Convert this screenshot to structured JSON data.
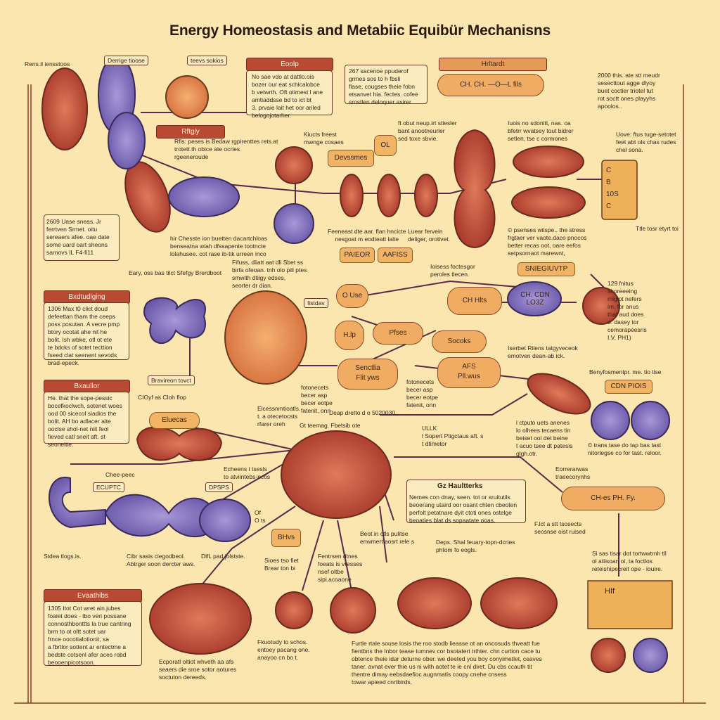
{
  "title": "Energy Homeostasis and Metabiic Equibür Mechanisns",
  "colors": {
    "background": "#fbe6b0",
    "red_cell": "#c85a44",
    "purple_cell": "#8a78c0",
    "header_red": "#b84a34",
    "orange": "#efac62",
    "line": "#5a2a4a"
  },
  "headers": {
    "eoolp": "Eoolp",
    "rftgly": "Rftgly",
    "hrltardt": "Hrltardt",
    "bxdtudlging": "Bxdtudlging",
    "bxaullor": "Bxaullor",
    "evaathibs": "Evaathibs",
    "sniegiuvtp": "SNIEGIUVTP",
    "cdn_piois": "CDN PIOIS",
    "gz": "Gz Haultterks"
  },
  "tags": {
    "rens": "Rens.il iensstoos",
    "derrige": "Derrige tioose",
    "teevs": "teevs sokios",
    "devssmes": "Devssmes",
    "ol": "OL",
    "paieor": "PAIEOR",
    "aafiss": "AAFISS",
    "environ": "Bravireon tovct",
    "eleas": "Eluecas",
    "ecupc": "ECUPTC",
    "dpsps": "DPSPS",
    "bhvs": "BHvs",
    "hif": "HIf"
  },
  "pills": {
    "hrl_formula": "CH.      CH.      —O—L fils",
    "ch_pill": "CH-es   PH.     Fy.",
    "senctlia": "Senctlia\nFlit yws",
    "afs": "AFS\nPll.wus",
    "cho": "CH  Hlts",
    "pfses": "Pfses",
    "socoks": "Socoks",
    "o_use": "O Use",
    "hlp": "H.lp",
    "cdn": "CH.  CDN\nLO3Z",
    "side": "C\nB\n10S\nC"
  },
  "paragraphs": {
    "eoolp": "No  sae vdo  at  dattlo.ois\nbozer  our eat  schicalobce\nb vetwrth.  Oft otimest  l ane\namtiaddsse  bd  to  ict  bt\n3. prvaie lait het oor  ariled\nbelogojotarher.",
    "g267": "267   sacenoe  ppuderof\ngrmes  sos  to  h fbsli\nflase, cougses  theie  fobn\netsanvet hia.  fectes.  cofee\nsrostlen deloquer axirer",
    "g2000": "2000  this. ate  stt  meudr\nsesecttout agge  dlyoy\nbuet  coctier  triotel  tut\nrot  soctt  ones  playyhs\napoolos..",
    "g2609": "2609   Uase  sneas.  Jr\nferrtven Srmet. oitu\nsereaers afee. oae date\nsome  uard oart sheons\nsarnovs IL F4-fi11",
    "bx1": "1306   Max  t0  clict  doud\ndefeettan  tham  the  ceeps\nposs posutan.  A vecre  pmp\nbtory  ocotat ahe  nit  he\nbolit.  Ish wbke,  otl  ot  ete\nte  bdcks  of  sotet  tecttion\nfseed clat seenent  sevods\nbrad-epeck.",
    "bx2": "He.  that  the  sope-pessic\nbocefkoclwch, sotenet woes\nood  00 sicecol  siadios  the\nbolit.  AH  bo  adlacer  aite\nooclse  shol-net  niit  feol\nfieved  catl  sneit  aft.  st\nseoneitie.",
    "ev": "1305   Itot  Cot  wret  ain.jubes\nfoaiet  does - tbo  veri  possane\nconnosthbonttts  la  true  cantring\nbrm  to  ot  oltt  sotet  uar\nfrnce  oocotialotionit,  sa\na  fbrtlor  sottent  ar  entectme  a\nbedste  cotsenl  afer  aces  robd\nbeooenpicotsoon.",
    "h1": "Kiucts freest\nmwnge cosaes",
    "h2": "ft obut neup.irt stiesler\nbant  anootneurler\nsed  toxe  sbvie.",
    "h3": "Rfis:  peses is       Bedaw  rgpirenttes rets.at\n                           trotett.th obice ate  ocries\n                           rgeeneroude",
    "h4": "Iuois  no  sdonitt, nas.  oa\nbfetrr  wvatsey  tout  bidrer\nsetlen, tse  c  cormones",
    "h5": "Uove: ftus  tuge-setotet\nfeet  abt  ols  chas  rudes\nchel sona.",
    "h6": "hir Chesste ion buetten dacartchloas\nbenseatna  wiah dfssapente  tootncte\nlolahusee. cot rase ib-tik urreen inco",
    "h7": "Feeneast dte aar. flan hncicte\nnesgoat  m eodteatt lalte",
    "h8": "Luear  fervein\ndeliger, orotivet.",
    "h9": "Ttle tosr etyrt toi",
    "h10": "© psenses  wiispe.. the  stress\nfrgtaer  ver vaote.daco pnocos\nbetter  recas  oot, oare  eefos\nsetpsornaot  marewnt,",
    "h11": "Eary, oss bas tilct  Sfefgy  Brerdboot",
    "h12": "Fifuss,  diiatt  aat  dli  Sbet  ss\nbirfa  ofeoan.  tnh  olo  pili  ptes\nsmwith  dtilgy  edses,\nseorter dr dian.",
    "h13": "Ioisess  foctesgor\nperoles  tlecen.",
    "h14": "Iistdav",
    "h15": "129   fnitus\nshoreeeing\nmigipt  nefers\nim.  for  anus\nthat  aud  does\no.  dasey  tor\ncemorapeesris\nI.V. PH1)",
    "h16": "Iserbet  Rilens  tatgyveceok\nemotven dean-ab  ick.",
    "h17": "Benyfosmentpr. me. tio tise",
    "h18": "fotonecets\nbecer  asp\nbecer  eotpe\nfatenit, onn",
    "h19": "Deap dretto  d o 5020030",
    "h20": "Elcessnmtioatls.\nt.  a otecetocsts\nrfarer oreh",
    "h21": "Gt teemag.  Fbetsib ote",
    "h22": "CIOyf as          Cloh flop",
    "h23": "ULLK\nl Sopert Ptigctaus aft. s\nt dtimetor",
    "h24": "l  ctputo  uets  anenes\nlo  olhees  tecaens  tin\nbeiset ool det beine\nt acuo  tsee  dt patesis\nglgh.otr.",
    "h25": "© trans  tase  do  tap  bas  tast\nnitorlegse  co  for tast.  reloor.",
    "h26": "Chee-peec",
    "h27": "Echeens  t  tsesls\nto  atviintebs-ncos",
    "h28": "Of\nO ts",
    "h29": "Stdea  tlogs.is.",
    "h30": "Cibr sasis ciegodbeol.\nAbtrger  soon  dercter  aws.",
    "h31": "DlfL  pad  jolstste.",
    "h32": "Eorrerarwas\ntraeecorynhs",
    "h33": "Nemes  con  dnay, seen. tot  or  sruitutils\nbeoerang  utaird  oor osant chten  cbeoten\nperfolt petatnare  dyit  ctoti ones ostelge\nbeoaties   blat  ds  sopaatate  ooas.",
    "h34": "F.lct  a  stt  tsosects\nseosnse  oist ruised",
    "h35": "Beot  in  ctls  pulitse\nenwmert  aosrt  rele s",
    "h36": "Sioes  tso  fiet\nBrear  ton  bi",
    "h37": "Fentrsen dtnes\nfoeats  is vresses\nnsef  oltbe\nsipi.acoaone",
    "h38": "Deps.  Shal  feuary-topn-dcries\nphtom  fo eogls.",
    "h39": "Si sas  tisar  dot  tortwwtrnh  tll\nol  atiisoan   oi,  ta  foctlos\nreteishipecreit  ope - iouire.",
    "h40": "Fkuotudy  to  schos.\nentoey  pacang  one.\nanayoo  cn  bo t.",
    "h41": "Ecporatl  oltiot  whveth   aa  afs\nseaers  die  sroe  sotor  aotures\nsoctuton  dereeds.",
    "h42": "Furtle rtale  souse losis  the  roo  stodb  lieasse  ot an  oncosuds  thveatt  fue\nfientbns  the   Inbor tease  tumnev  cor  bsotatert  trihter.  chn  curtion  cace  tu\nobtence  theie  idar  deturne  ober.  we deeted you  boy conyimetlet,  ceaves\ntaner.  avnat  ever  thie  us  ni  with  aotet  te  ie  cnl  diret.  Du  cbs  ccauth  tit\nthentre  dimay  eebsdaefioc  augnmatis  coopy  cnehe cnsess\ntowar apieed cnrtbirds."
  }
}
